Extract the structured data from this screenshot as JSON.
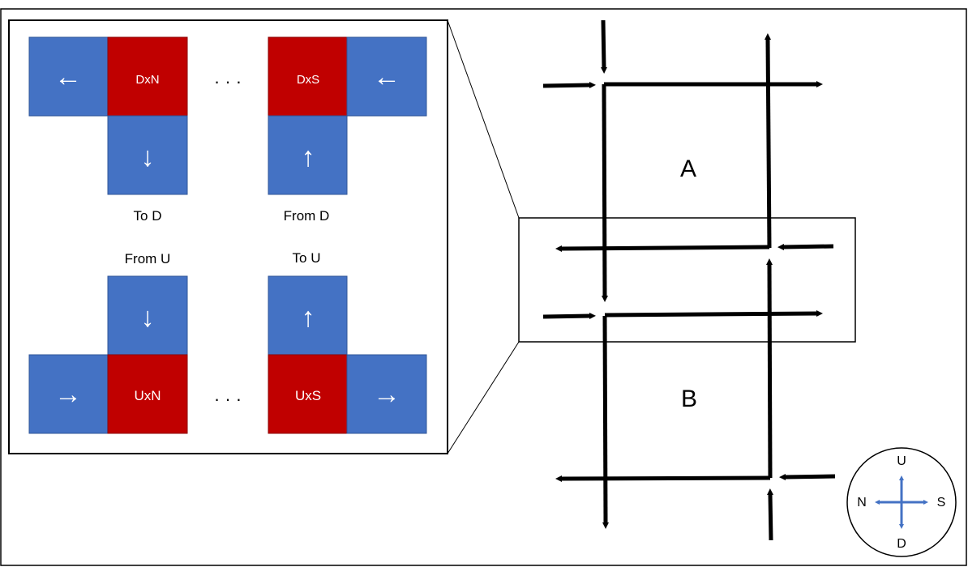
{
  "inset": {
    "top_left": {
      "red_label": "DxN",
      "side_arrow": "←",
      "below_arrow": "↓",
      "caption": "To D"
    },
    "top_right": {
      "red_label": "DxS",
      "side_arrow": "←",
      "below_arrow": "↑",
      "caption": "From D"
    },
    "bottom_left": {
      "red_label": "UxN",
      "side_arrow": "→",
      "above_arrow": "↓",
      "caption": "From U"
    },
    "bottom_right": {
      "red_label": "UxS",
      "side_arrow": "→",
      "above_arrow": "↑",
      "caption": "To U"
    },
    "ellipsis": "· · ·",
    "colors": {
      "blue": "#4472C4",
      "red": "#C00000",
      "blue_border": "#2F5597",
      "red_border": "#8B0000"
    }
  },
  "network": {
    "region_a": "A",
    "region_b": "B"
  },
  "compass": {
    "up": "U",
    "down": "D",
    "left": "N",
    "right": "S",
    "arrow_color": "#4472C4"
  }
}
